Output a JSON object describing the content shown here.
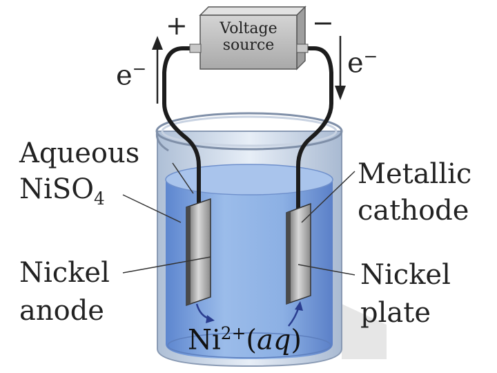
{
  "voltage_source": {
    "line1": "Voltage",
    "line2": "source"
  },
  "terminals": {
    "positive": "+",
    "negative": "−"
  },
  "electron": {
    "left": "e",
    "right": "e",
    "charge": "−"
  },
  "labels": {
    "aqueous": {
      "line1": "Aqueous",
      "line2_main": "NiSO",
      "line2_sub": "4"
    },
    "metallic": {
      "line1": "Metallic",
      "line2": "cathode"
    },
    "nickel_anode": {
      "line1": "Nickel",
      "line2": "anode"
    },
    "nickel_plate": {
      "line1": "Nickel",
      "line2": "plate"
    }
  },
  "ion": {
    "symbol": "Ni",
    "charge": "2+",
    "open": "(",
    "state": "aq",
    "close": ")"
  },
  "colors": {
    "solution": "#8fb3e6",
    "beaker_rim": "#c9d6e6",
    "electrode": "#9a9a9a",
    "wire": "#1c1c1c",
    "arrow": "#2a3d8f",
    "source_box": "#bdbdbd"
  }
}
